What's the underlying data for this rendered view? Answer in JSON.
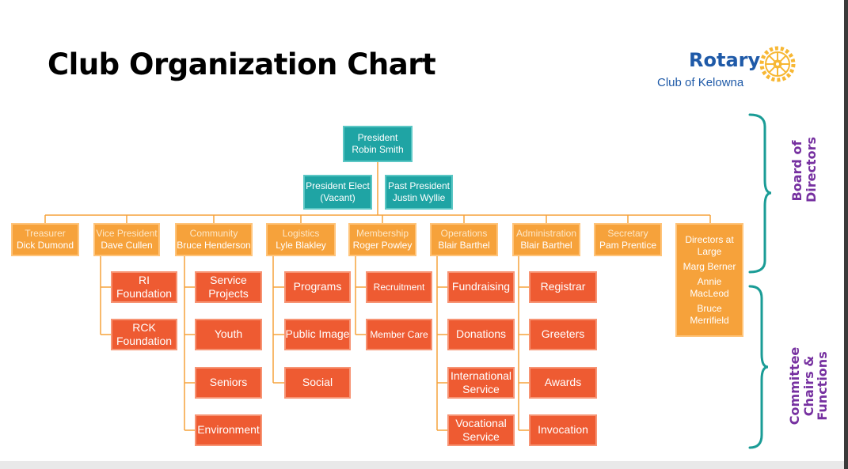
{
  "title": "Club Organization Chart",
  "logo": {
    "word": "Rotary",
    "sub": "Club of Kelowna",
    "icon": "rotary-wheel-icon"
  },
  "colors": {
    "teal": "#1fa4a4",
    "orange": "#f6a23b",
    "red": "#ee5b32",
    "purple": "#7630a0",
    "bracket": "#1a9c96"
  },
  "president": {
    "title": "President",
    "name": "Robin Smith"
  },
  "president_elect": {
    "title": "President Elect",
    "name": "(Vacant)"
  },
  "past_president": {
    "title": "Past President",
    "name": "Justin Wyllie"
  },
  "directors": [
    {
      "title": "Treasurer",
      "name": "Dick Dumond",
      "committees": []
    },
    {
      "title": "Vice President",
      "name": "Dave Cullen",
      "committees": [
        "RI Foundation",
        "RCK Foundation"
      ]
    },
    {
      "title": "Community",
      "name": "Bruce Henderson",
      "committees": [
        "Service Projects",
        "Youth",
        "Seniors",
        "Environment"
      ]
    },
    {
      "title": "Logistics",
      "name": "Lyle Blakley",
      "committees": [
        "Programs",
        "Public Image",
        "Social"
      ]
    },
    {
      "title": "Membership",
      "name": "Roger Powley",
      "committees": [
        "Recruitment",
        "Member Care"
      ]
    },
    {
      "title": "Operations",
      "name": "Blair Barthel",
      "committees": [
        "Fundraising",
        "Donations",
        "International Service",
        "Vocational Service"
      ]
    },
    {
      "title": "Administration",
      "name": "Blair Barthel",
      "committees": [
        "Registrar",
        "Greeters",
        "Awards",
        "Invocation"
      ]
    },
    {
      "title": "Secretary",
      "name": "Pam Prentice",
      "committees": []
    }
  ],
  "directors_at_large": {
    "title": "Directors at Large",
    "names": [
      "Marg Berner",
      "Annie MacLeod",
      "Bruce Merrifield"
    ]
  },
  "side_labels": {
    "board": "Board of Directors",
    "committee": "Committee Chairs & Functions"
  }
}
